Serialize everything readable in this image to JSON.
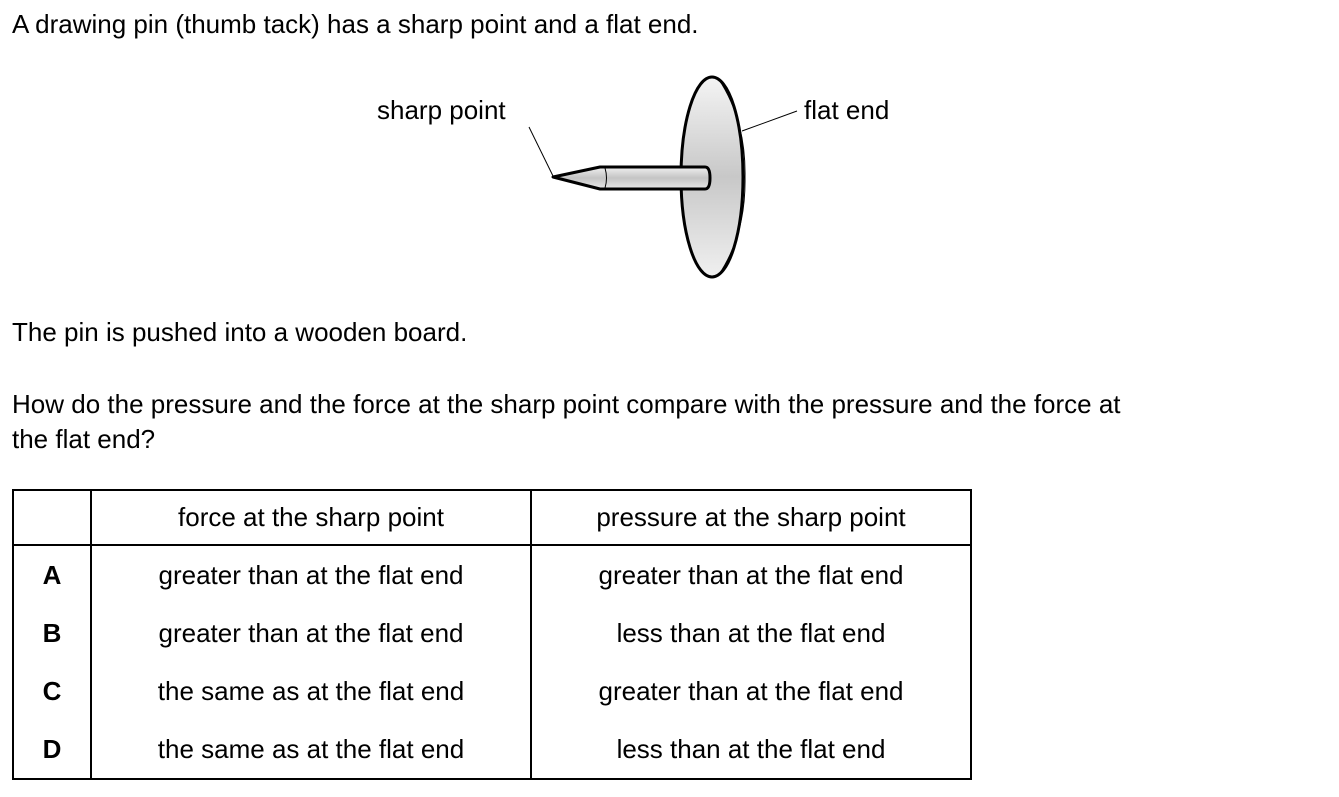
{
  "intro": "A drawing pin (thumb tack) has a sharp point and a flat end.",
  "diagram": {
    "label_sharp": "sharp point",
    "label_flat": "flat end"
  },
  "statement": "The pin is pushed into a wooden board.",
  "question_line1": "How do the pressure and the force at the sharp point compare with the pressure and the force at",
  "question_line2": "the flat end?",
  "table": {
    "headers": [
      "",
      "force at the sharp point",
      "pressure at the sharp point"
    ],
    "rows": [
      {
        "letter": "A",
        "force": "greater than at the flat end",
        "pressure": "greater than at the flat end"
      },
      {
        "letter": "B",
        "force": "greater than at the flat end",
        "pressure": "less than at the flat end"
      },
      {
        "letter": "C",
        "force": "the same as at the flat end",
        "pressure": "greater than at the flat end"
      },
      {
        "letter": "D",
        "force": "the same as at the flat end",
        "pressure": "less than at the flat end"
      }
    ]
  }
}
